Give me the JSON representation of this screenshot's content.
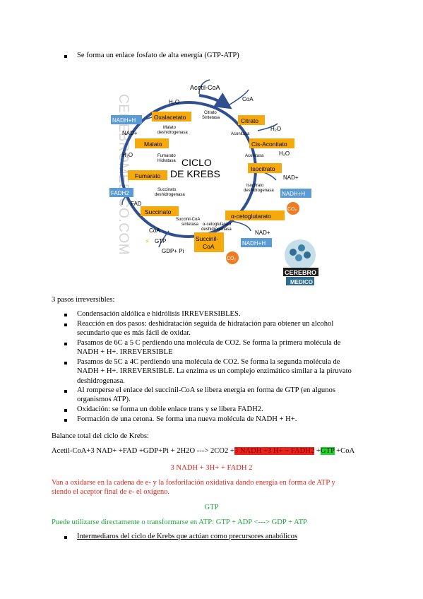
{
  "top_bullet": "Se forma un enlace fosfato de alta energía (GTP-ATP)",
  "diagram": {
    "watermark": "CEREBROMEDICO.COM",
    "center_title_1": "CICLO",
    "center_title_2": "DE KREBS",
    "acetil_coa": "Acetil-CoA",
    "h2o_top": "H₂O",
    "coa_top": "CoA",
    "citrato_sintetasa_1": "Citrato",
    "citrato_sintetasa_2": "Sintetasa",
    "oxalacetato": "Oxalacetato",
    "citrato": "Citrato",
    "nadh_h_1": "NADH+H",
    "malato_desh_1": "Malato",
    "malato_desh_2": "deshidrogenasa",
    "aconitasa_1": "Aconitasa",
    "h2o_right_1": "H₂O",
    "nad_left": "NAD+",
    "malato": "Malato",
    "cis_aconitato": "Cis-Aconitato",
    "h2o_left": "H₂O",
    "fumarato_hid_1": "Fumarato",
    "fumarato_hid_2": "Hidratasa",
    "aconitasa_2": "Aconitasa",
    "h2o_right_2": "H₂O",
    "isocitrato": "Isocitrato",
    "fumarato": "Fumarato",
    "nad_right_1": "NAD+",
    "isocitrato_desh_1": "Isocitrato",
    "isocitrato_desh_2": "deshidrogenasa",
    "fadh2": "FADH2",
    "nadh_h_2": "NADH+H",
    "succinato_desh_1": "Succinato",
    "succinato_desh_2": "deshidrogenasa",
    "fad": "FAD",
    "co2_1": "CO₂",
    "succinato": "Succinato",
    "a_cetoglutarato": "α-cetoglutarato",
    "succinil_sintetasa_1": "Succinil-CoA",
    "succinil_sintetasa_2": "sintetasa",
    "acg_desh_1": "α-cetoglutarato",
    "acg_desh_2": "deshidrogenasa",
    "coa_bottom": "CoA",
    "nad_right_2": "NAD+",
    "gtp": "GTP",
    "succinil_coa_1": "Succinil-",
    "succinil_coa_2": "CoA",
    "nadh_h_3": "NADH+H",
    "gdp_pi": "GDP+ Pi",
    "co2_2": "CO₂",
    "logo_1": "CEREBRO",
    "logo_2": "MEDICO"
  },
  "section_title": "3 pasos irreversibles:",
  "bullets": [
    [
      "Condensación aldólica e hidrólisis IRREVERSIBLES."
    ],
    [
      "Reacción en dos pasos: deshidratación seguida de hidratación para obtener un alcohol",
      "secundario que es más fácil de oxidar."
    ],
    [
      "Pasamos de 6C a 5 C perdiendo una molécula de CO2. Se forma la primera molécula de",
      "NADH + H+. IRREVERSIBLE"
    ],
    [
      "Pasamos de 5C a 4C perdiendo una molécula de CO2. Se forma la segunda molécula de",
      "NADH + H+. IRREVERSIBLE. La enzima es un complejo enzimático similar a la piruvato",
      "deshidrogenasa."
    ],
    [
      "Al romperse el enlace del succinil-CoA se libera energía en forma de GTP (en algunos",
      "organismos ATP)."
    ],
    [
      "Oxidación: se forma un doble enlace trans y se libera FADH2."
    ],
    [
      "Formación de una cetona. Se forma una nueva molécula de NADH + H+."
    ]
  ],
  "balance_title": "Balance total del ciclo de Krebs:",
  "equation": {
    "part1": "Acetil-CoA+3 NAD+ +FAD +GDP+Pi + 2H2O ---> 2CO2 +",
    "hl_red": "3 NADH +3 H+ + FADH2",
    "plus": " +",
    "hl_green": "GTP",
    "part2": " +CoA"
  },
  "red_center": "3 NADH + 3H+ + FADH 2",
  "red_para_1": "Van a oxidarse en la cadena de e- y la fosforilación oxidativa dando energía en forma de ATP y",
  "red_para_2": "siendo el aceptor final de e- el oxígeno.",
  "green_center": "GTP",
  "green_para": "Puede utilizarse directamente o transformarse en ATP: GTP + ADP <---> GDP + ATP",
  "last_bullet": "Intermediaros del ciclo de Krebs que actúan como precursores anabólicos",
  "colors": {
    "metabolite_box": "#f5a90c",
    "nadh_box": "#5b9bd5",
    "co2_circle": "#ef7b22",
    "cycle_arrow": "#2f4f8f",
    "highlight_red": "#e8231c",
    "highlight_green": "#22d630",
    "text_red": "#e2231a",
    "text_green": "#1ea53a"
  }
}
